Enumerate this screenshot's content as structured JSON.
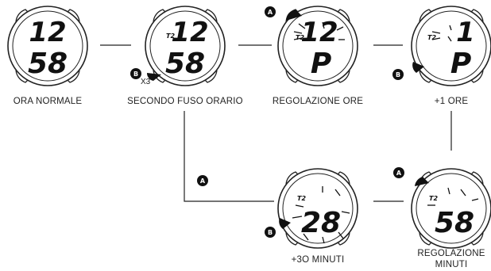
{
  "labels": {
    "w1": "ORA NORMALE",
    "w2": "SECONDO FUSO ORARIO",
    "w3": "REGOLAZIONE ORE",
    "w4": "+1 ORE",
    "w5_line1": "REGOLAZIONE",
    "w5_line2": "MINUTI",
    "w6": "+3O MINUTI"
  },
  "watches": {
    "w1": {
      "top": "12",
      "bottom": "58",
      "tag": ""
    },
    "w2": {
      "top": "12",
      "bottom": "58",
      "tag": "T2"
    },
    "w3": {
      "top": "12",
      "bottom": "P",
      "tag": "T2"
    },
    "w4": {
      "top": "1",
      "bottom": "P",
      "tag": "T2"
    },
    "w5": {
      "top": "",
      "bottom": "58",
      "tag": "T2"
    },
    "w6": {
      "top": "",
      "bottom": "28",
      "tag": "T2"
    }
  },
  "buttons": {
    "a": "A",
    "b": "B"
  },
  "annotations": {
    "press_count": "X3",
    "branch_button": "A"
  }
}
